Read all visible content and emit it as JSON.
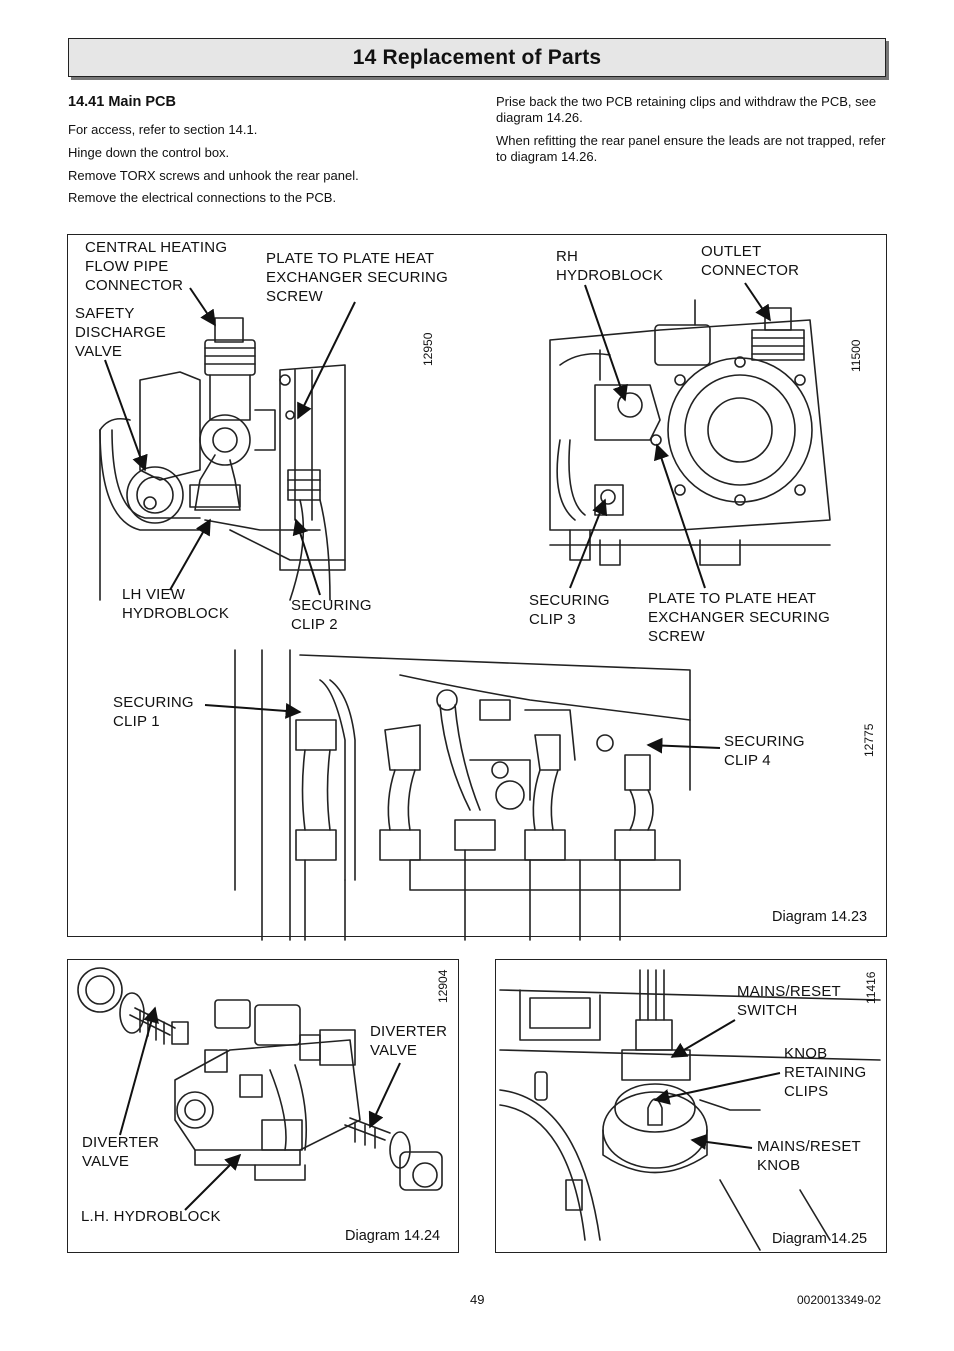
{
  "header": {
    "title": "14  Replacement of  Parts"
  },
  "section": {
    "title": "14.41 Main PCB",
    "left_paragraphs": [
      "For access, refer to section 14.1.",
      "Hinge down the control box.",
      "Remove TORX screws and unhook the rear panel.",
      "Remove the electrical connections to the PCB."
    ],
    "right_paragraphs": [
      "Prise back the two PCB retaining clips and withdraw the PCB, see diagram 14.26.",
      "When refitting the rear panel ensure the leads are not trapped, refer to diagram 14.26."
    ]
  },
  "diagram_1423": {
    "caption": "Diagram 14.23",
    "ref_left": "12950",
    "ref_right": "11500",
    "ref_bottom": "12775",
    "labels": {
      "ch_flow": "CENTRAL HEATING\nFLOW PIPE\nCONNECTOR",
      "plate_screw_l": "PLATE TO PLATE HEAT\nEXCHANGER SECURING\nSCREW",
      "safety_valve": "SAFETY\nDISCHARGE\nVALVE",
      "lh_view": "LH VIEW\nHYDROBLOCK",
      "clip2": "SECURING\nCLIP 2",
      "rh_hydro": "RH\nHYDROBLOCK",
      "outlet": "OUTLET\nCONNECTOR",
      "clip3": "SECURING\nCLIP 3",
      "plate_screw_r": "PLATE TO PLATE HEAT\nEXCHANGER SECURING\nSCREW",
      "clip1": "SECURING\nCLIP 1",
      "clip4": "SECURING\nCLIP 4"
    }
  },
  "diagram_1424": {
    "caption": "Diagram 14.24",
    "ref": "12904",
    "labels": {
      "diverter_r": "DIVERTER\nVALVE",
      "diverter_l": "DIVERTER\nVALVE",
      "lh_hydro": "L.H. HYDROBLOCK"
    }
  },
  "diagram_1425": {
    "caption": "Diagram 14.25",
    "ref": "11416",
    "labels": {
      "mains_switch": "MAINS/RESET\nSWITCH",
      "knob_clips": "KNOB\nRETAINING\nCLIPS",
      "mains_knob": "MAINS/RESET\nKNOB"
    }
  },
  "footer": {
    "page": "49",
    "doc_ref": "0020013349-02"
  }
}
